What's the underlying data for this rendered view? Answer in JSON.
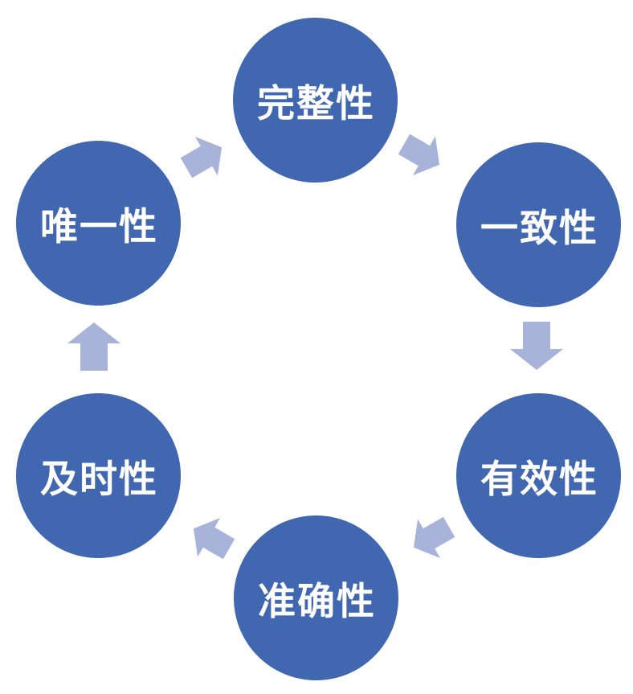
{
  "diagram": {
    "type": "cycle",
    "flow": "clockwise",
    "nodes": [
      {
        "id": "completeness",
        "label": "完整性",
        "position": "top"
      },
      {
        "id": "consistency",
        "label": "一致性",
        "position": "top-right"
      },
      {
        "id": "validity",
        "label": "有效性",
        "position": "bottom-right"
      },
      {
        "id": "accuracy",
        "label": "准确性",
        "position": "bottom"
      },
      {
        "id": "timeliness",
        "label": "及时性",
        "position": "bottom-left"
      },
      {
        "id": "uniqueness",
        "label": "唯一性",
        "position": "top-left"
      }
    ],
    "arrows": [
      {
        "from": "唯一性",
        "to": "完整性",
        "direction": "up-right"
      },
      {
        "from": "完整性",
        "to": "一致性",
        "direction": "down-right"
      },
      {
        "from": "一致性",
        "to": "有效性",
        "direction": "down"
      },
      {
        "from": "有效性",
        "to": "准确性",
        "direction": "down-left"
      },
      {
        "from": "准确性",
        "to": "及时性",
        "direction": "up-left"
      },
      {
        "from": "及时性",
        "to": "唯一性",
        "direction": "up"
      }
    ]
  },
  "colors": {
    "node_fill": "#4067B0",
    "node_text": "#FFFFFF",
    "arrow_fill": "#A8B3DA",
    "background": "#FFFFFF"
  }
}
